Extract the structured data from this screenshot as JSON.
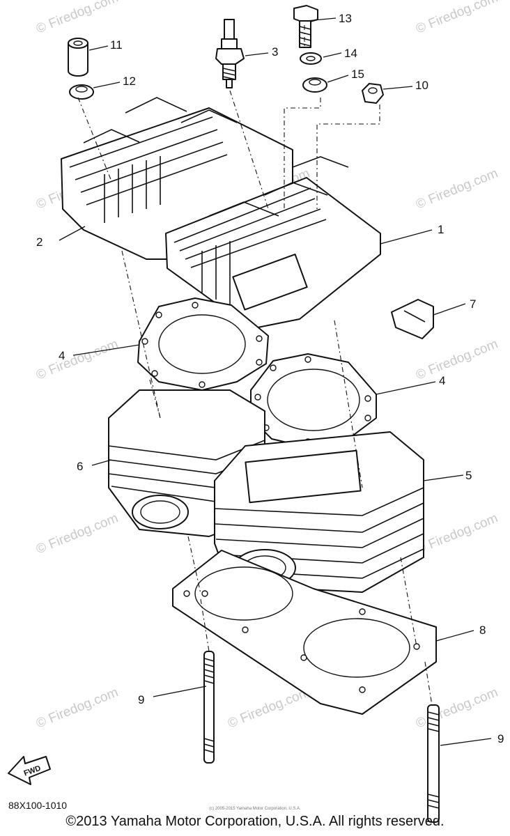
{
  "watermark": "© Firedog.com",
  "faint_watermark": "Yamaha Motor Corp., U.S.A.",
  "diagram_code": "88X100-1010",
  "tiny_copyright": "(c) 2005-2015 Yamaha Motor Corporation, U.S.A.",
  "copyright": "©2013 Yamaha Motor Corporation, U.S.A. All rights reserved.",
  "fwd_label": "FWD",
  "callouts": [
    "1",
    "2",
    "3",
    "4",
    "4",
    "5",
    "6",
    "7",
    "8",
    "9",
    "9",
    "10",
    "11",
    "12",
    "13",
    "14",
    "15"
  ]
}
